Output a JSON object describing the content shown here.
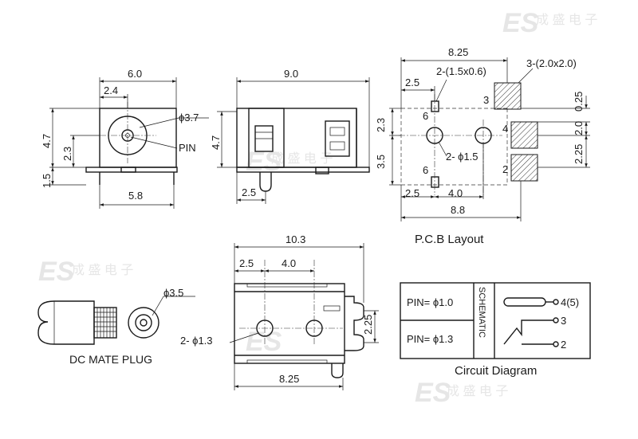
{
  "watermark": {
    "brand": "ES",
    "chars": "成 盛 电 子"
  },
  "front_view": {
    "width_top": "6.0",
    "width_inner": "2.4",
    "hole_dia": "ϕ3.7",
    "pin": "PIN",
    "height": "4.7",
    "center": "2.3",
    "base": "1.5",
    "width_bottom": "5.8"
  },
  "side_view": {
    "length": "9.0",
    "height": "4.7",
    "pin_offset": "2.5"
  },
  "pcb_layout": {
    "title": "P.C.B Layout",
    "overall_width": "8.25",
    "slot_note": "2-(1.5x0.6)",
    "pad_note": "3-(2.0x2.0)",
    "pad_offset": "0.25",
    "dim_2_3": "2.3",
    "dim_3_5": "3.5",
    "hole_note": "2- ϕ1.5",
    "dim_2_0": "2.0",
    "dim_2_25": "2.25",
    "dim_2_5": "2.5",
    "dim_4_0": "4.0",
    "dim_8_8": "8.8",
    "pin_labels": [
      "3",
      "4",
      "2",
      "6",
      "6"
    ]
  },
  "plug": {
    "dia": "ϕ3.5",
    "title": "DC MATE PLUG"
  },
  "bottom_view": {
    "length": "10.3",
    "dim_2_5": "2.5",
    "dim_4_0": "4.0",
    "hole_note": "2- ϕ1.3",
    "right_dim": "2.25",
    "bottom_dim": "8.25"
  },
  "circuit": {
    "title": "Circuit Diagram",
    "pin_a": "PIN= ϕ1.0",
    "pin_b": "PIN= ϕ1.3",
    "schematic": "SCHEMATIC",
    "label_45": "4(5)",
    "label_3": "3",
    "label_2": "2"
  }
}
